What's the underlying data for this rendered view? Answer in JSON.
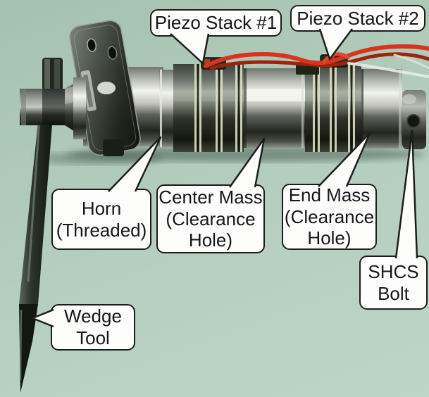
{
  "figure": {
    "description": "Annotated photograph of an ultrasonic piezoelectric drill actuator assembly with wedge tool",
    "colors": {
      "background_green": "#b2ccbd",
      "bubble_fill": "#fdfdfb",
      "bubble_border": "#1d1d1d",
      "label_text": "#15151d",
      "wire_red": "#d23a1d"
    },
    "callouts": {
      "piezo_stack_1": {
        "label": "Piezo Stack #1"
      },
      "piezo_stack_2": {
        "label": "Piezo Stack #2"
      },
      "horn": {
        "label": "Horn\n(Threaded)"
      },
      "center_mass": {
        "label": "Center Mass\n(Clearance\nHole)"
      },
      "end_mass": {
        "label": "End Mass\n(Clearance\nHole)"
      },
      "shcs_bolt": {
        "label": "SHCS\nBolt"
      },
      "wedge_tool": {
        "label": "Wedge\nTool"
      }
    }
  }
}
